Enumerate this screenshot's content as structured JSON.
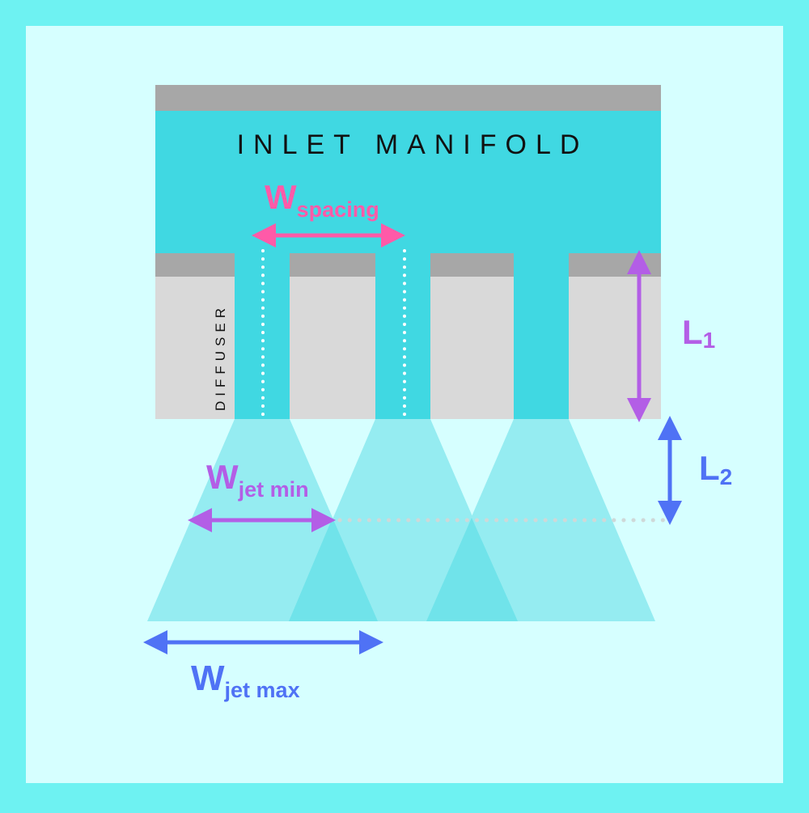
{
  "manifold": {
    "title": "INLET MANIFOLD"
  },
  "diffuser": {
    "label": "DIFFUSER"
  },
  "dimensions": {
    "spacing": {
      "main": "W",
      "sub": "spacing"
    },
    "jet_min": {
      "main": "W",
      "sub": "jet min"
    },
    "jet_max": {
      "main": "W",
      "sub": "jet max"
    },
    "l1": {
      "main": "L",
      "sub": "1"
    },
    "l2": {
      "main": "L",
      "sub": "2"
    }
  },
  "colors": {
    "frame": "#6ef2f2",
    "background": "#d6ffff",
    "manifold_fill": "#40d8e2",
    "plate_gray": "#a7a7a7",
    "diffuser_gray": "#d9d9d9",
    "jet_fill": "#95ecf1",
    "jet_overlap": "#70e3ea",
    "spacing_pink": "#ff5aa8",
    "length_purple": "#b35ee6",
    "length_blue": "#4f72f5"
  }
}
